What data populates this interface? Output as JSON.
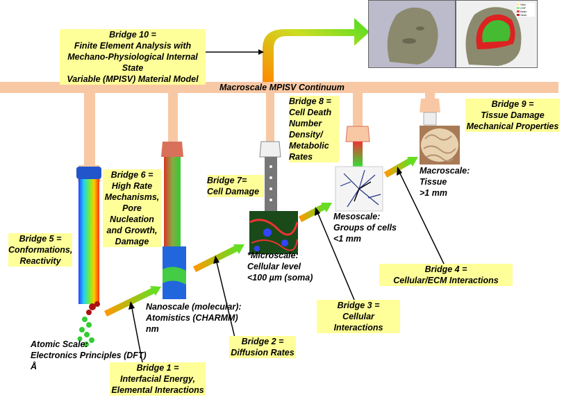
{
  "continuum_label": "Macroscale MPISV Continuum",
  "bridges": {
    "b1": [
      "Bridge 1 =",
      "Interfacial Energy,",
      "Elemental Interactions"
    ],
    "b2": [
      "Bridge 2 =",
      "Diffusion Rates"
    ],
    "b3": [
      "Bridge 3 =",
      "Cellular Interactions"
    ],
    "b4": [
      "Bridge 4 =",
      "Cellular/ECM Interactions"
    ],
    "b5": [
      "Bridge 5 =",
      "Conformations,",
      "Reactivity"
    ],
    "b6": [
      "Bridge 6 =",
      "High Rate",
      "Mechanisms,",
      "Pore Nucleation",
      "and Growth,",
      "Damage"
    ],
    "b7": [
      "Bridge 7=",
      "Cell Damage"
    ],
    "b8": [
      "Bridge 8 =",
      "Cell Death",
      "Number",
      "Density/",
      "Metabolic",
      "Rates"
    ],
    "b9": [
      "Bridge 9 =",
      "Tissue Damage",
      "Mechanical Properties"
    ],
    "b10": [
      "Bridge 10 =",
      "Finite Element Analysis with",
      "Mechano-Physiological Internal State",
      "Variable (MPISV) Material Model"
    ]
  },
  "scales": {
    "atomic": [
      "Atomic Scale:",
      "Electronics Principles (DFT)",
      "Å"
    ],
    "nano": [
      "Nanoscale (molecular):",
      "Atomistics (CHARMM)",
      "nm"
    ],
    "micro": [
      "*Microscale:",
      "Cellular level",
      "<100 µm (soma)"
    ],
    "meso": [
      "Mesoscale:",
      "Groups of cells",
      "<1 mm"
    ],
    "macro": [
      "Macroscale:",
      "Tissue",
      ">1 mm"
    ]
  },
  "legend": [
    "Skin",
    "CSF",
    "Brain",
    "Skull"
  ],
  "colors": {
    "bridge_box": "#ffff99",
    "continuum_bar": "#f8c8a4",
    "arrow_start": "#ff9900",
    "arrow_end": "#66dd22",
    "hand": "#f8c8a4"
  }
}
